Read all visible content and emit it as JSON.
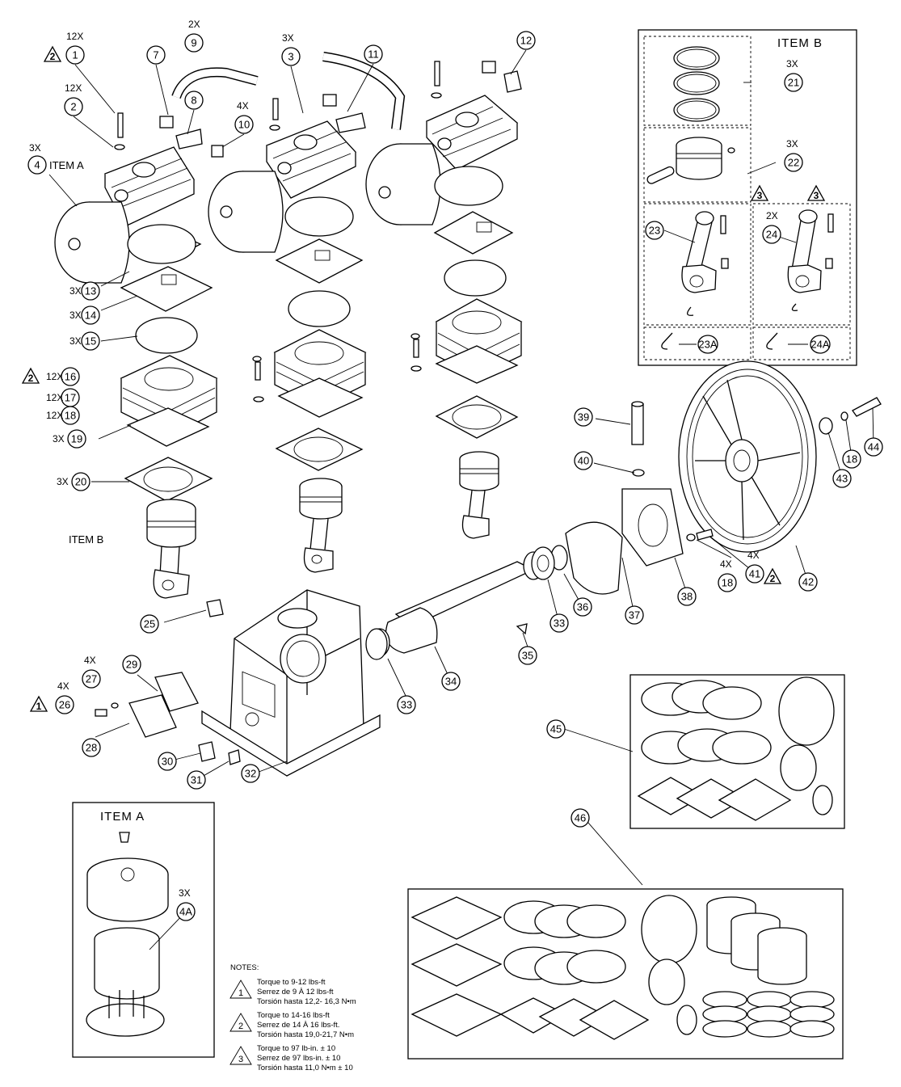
{
  "callouts": [
    {
      "num": "1",
      "qty": "12X",
      "tri": "2"
    },
    {
      "num": "2",
      "qty": "12X"
    },
    {
      "num": "3",
      "qty": "3X"
    },
    {
      "num": "4",
      "qty": "3X",
      "suffix": "ITEM A"
    },
    {
      "num": "7"
    },
    {
      "num": "8"
    },
    {
      "num": "9",
      "qty": "2X"
    },
    {
      "num": "10",
      "qty": "4X"
    },
    {
      "num": "11"
    },
    {
      "num": "12"
    },
    {
      "num": "13",
      "qty": "3X"
    },
    {
      "num": "14",
      "qty": "3X"
    },
    {
      "num": "15",
      "qty": "3X"
    },
    {
      "num": "16",
      "qty": "12X",
      "tri": "2"
    },
    {
      "num": "17",
      "qty": "12X"
    },
    {
      "num": "18",
      "qty": "12X"
    },
    {
      "num": "19",
      "qty": "3X"
    },
    {
      "num": "20",
      "qty": "3X"
    },
    {
      "num": "21",
      "qty": "3X"
    },
    {
      "num": "22",
      "qty": "3X"
    },
    {
      "num": "23",
      "tri": "3"
    },
    {
      "num": "24",
      "qty": "2X",
      "tri": "3"
    },
    {
      "num": "23A"
    },
    {
      "num": "24A"
    },
    {
      "num": "25"
    },
    {
      "num": "26",
      "qty": "4X",
      "tri": "1"
    },
    {
      "num": "27",
      "qty": "4X"
    },
    {
      "num": "28"
    },
    {
      "num": "29"
    },
    {
      "num": "30"
    },
    {
      "num": "31"
    },
    {
      "num": "32"
    },
    {
      "num": "33"
    },
    {
      "num": "33"
    },
    {
      "num": "34"
    },
    {
      "num": "35"
    },
    {
      "num": "36"
    },
    {
      "num": "37"
    },
    {
      "num": "38"
    },
    {
      "num": "39"
    },
    {
      "num": "40"
    },
    {
      "num": "41",
      "qty": "4X",
      "tri": "2"
    },
    {
      "num": "18",
      "qty": "4X"
    },
    {
      "num": "42"
    },
    {
      "num": "43"
    },
    {
      "num": "18"
    },
    {
      "num": "44"
    },
    {
      "num": "45"
    },
    {
      "num": "46"
    },
    {
      "num": "4A",
      "qty": "3X"
    }
  ],
  "labels": {
    "item_b_box": "ITEM B",
    "item_a_box": "ITEM A",
    "item_b_inline": "ITEM B"
  },
  "notes": {
    "title": "NOTES:",
    "items": [
      {
        "tri": "1",
        "lines": [
          "Torque to 9-12 lbs-ft",
          "Serrez de 9 À 12 lbs-ft",
          "Torsión hasta 12,2- 16,3 N•m"
        ]
      },
      {
        "tri": "2",
        "lines": [
          "Torque to 14-16 lbs-ft",
          "Serrez de 14 À 16 lbs-ft.",
          "Torsión hasta 19,0-21,7 N•m"
        ]
      },
      {
        "tri": "3",
        "lines": [
          "Torque to 97 lb-in. ± 10",
          "Serrez de 97 lbs-in. ± 10",
          "Torsión hasta 11,0 N•m ± 10"
        ]
      }
    ]
  }
}
